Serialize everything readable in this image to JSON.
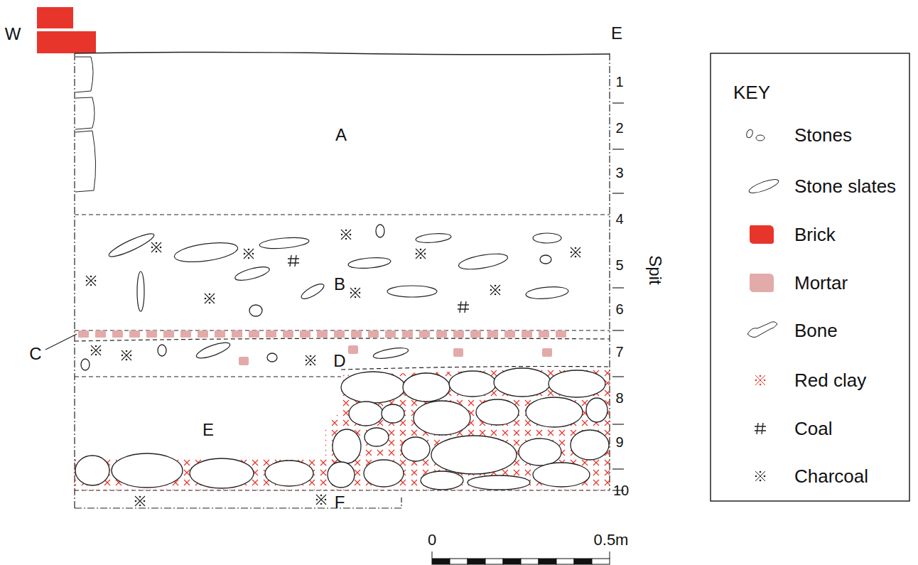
{
  "diagram": {
    "labels": [
      "W",
      "E",
      "1",
      "2",
      "3",
      "4",
      "5",
      "6",
      "7",
      "8",
      "9",
      "10",
      "A",
      "B",
      "C",
      "D",
      "E",
      "F",
      "Spit",
      "0",
      "0.5m",
      "KEY"
    ],
    "legend": [
      {
        "text": "Stones"
      },
      {
        "text": "Stone slates"
      },
      {
        "text": "Brick",
        "color": "#e8352b"
      },
      {
        "text": "Mortar",
        "color": "#e3aaaa"
      },
      {
        "text": "Bone"
      },
      {
        "text": "Red clay"
      },
      {
        "text": "Coal"
      },
      {
        "text": "Charcoal"
      }
    ]
  }
}
